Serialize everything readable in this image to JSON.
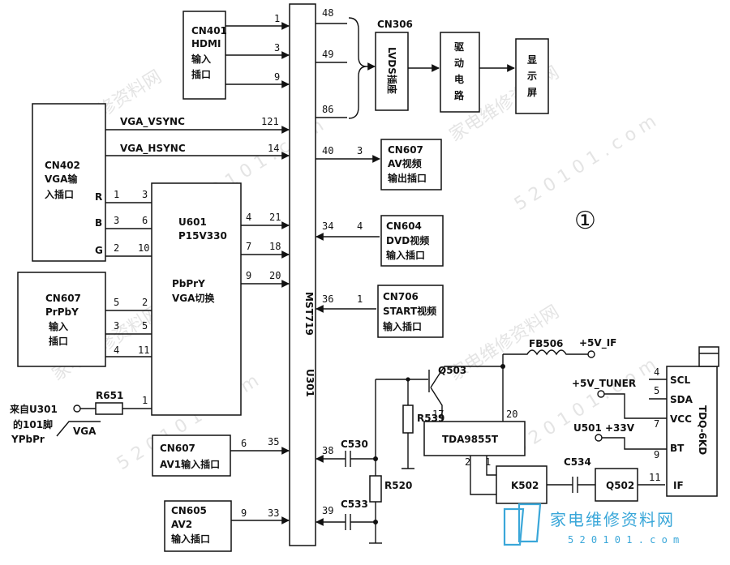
{
  "blocks": {
    "cn401": [
      "CN401",
      "HDMI",
      "输入",
      "插口"
    ],
    "cn402": [
      "CN402",
      "VGA输",
      "入插口"
    ],
    "cn607a": [
      "CN607",
      "PrPbY",
      "输入",
      "插口"
    ],
    "u601": [
      "U601",
      "P15V330",
      "PbPrY",
      "VGA切换"
    ],
    "u301": "U301",
    "mst": "MST719",
    "lvds": "LVDS插座",
    "cn306": "CN306",
    "drive": [
      "驱",
      "动",
      "电",
      "路"
    ],
    "disp": [
      "显",
      "示",
      "屏"
    ],
    "cn607b": [
      "CN607",
      "AV视频",
      "输出插口"
    ],
    "cn604": [
      "CN604",
      "DVD视频",
      "输入插口"
    ],
    "cn706": [
      "CN706",
      "START视频",
      "输入插口"
    ],
    "cn607c": [
      "CN607",
      "AV1输入插口"
    ],
    "cn605": [
      "CN605",
      "AV2",
      "输入插口"
    ],
    "tda": "TDA9855T",
    "k502": "K502",
    "q502": "Q502",
    "tuner": "TDQ-6KD",
    "circle": "①"
  },
  "labels": {
    "vsync": "VGA_VSYNC",
    "hsync": "VGA_HSYNC",
    "r": "R",
    "b": "B",
    "g": "G",
    "r651": "R651",
    "from": [
      "来自U301",
      "的101脚",
      "YPbPr"
    ],
    "vga": "VGA",
    "q503": "Q503",
    "r539": "R539",
    "fb506": "FB506",
    "v5if": "+5V_IF",
    "v5tuner": "+5V_TUNER",
    "u501": "U501 +33V",
    "c530": "C530",
    "c533": "C533",
    "r520": "R520",
    "c534": "C534",
    "scl": "SCL",
    "sda": "SDA",
    "vcc": "VCC",
    "bt": "BT",
    "if": "IF"
  },
  "pins": {
    "p1": "1",
    "p3": "3",
    "p9": "9",
    "p48": "48",
    "p49": "49",
    "p86": "86",
    "p121": "121",
    "p14": "14",
    "p40": "40",
    "p40b": "3",
    "r1": "1",
    "r3": "3",
    "b3": "3",
    "b6": "6",
    "g2": "2",
    "g10": "10",
    "u4": "4",
    "u21": "21",
    "u7": "7",
    "u18": "18",
    "u9": "9",
    "u20": "20",
    "p34": "34",
    "p34b": "4",
    "p36": "36",
    "p36b": "1",
    "c5": "5",
    "c2": "2",
    "c3": "3",
    "c5b": "5",
    "c4": "4",
    "c11": "11",
    "r651p": "1",
    "av6": "6",
    "av35": "35",
    "av9": "9",
    "av33": "33",
    "p38": "38",
    "p39": "39",
    "t17": "17",
    "t20": "20",
    "t2": "2",
    "t1": "1",
    "n4": "4",
    "n5": "5",
    "n7": "7",
    "n9": "9",
    "n11": "11"
  },
  "watermark": [
    "家电维修资料网",
    "5 2 0 1 0 1 . c o m"
  ],
  "logo": [
    "家电维修资料网",
    "5 2 0 1 0 1 . c o m"
  ]
}
